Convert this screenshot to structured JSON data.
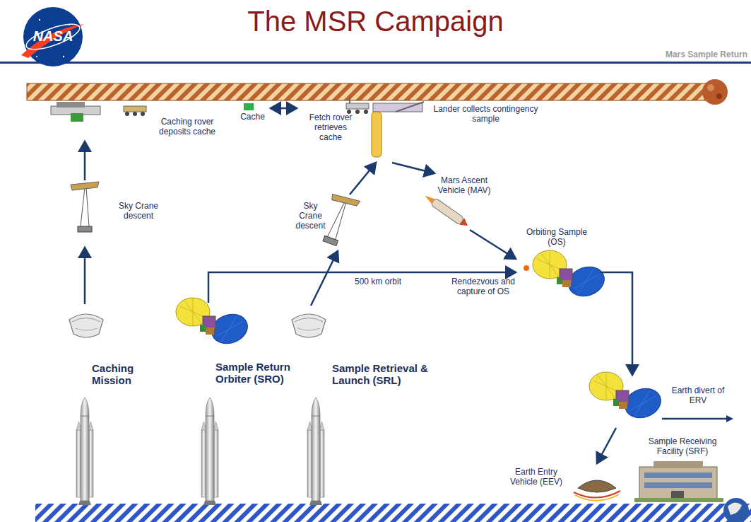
{
  "diagram": {
    "title": "The MSR Campaign",
    "nodes": [
      {
        "text": [
          "Caching Mission"
        ]
      },
      {
        "text": [
          "Sky Crane descent"
        ]
      },
      {
        "text": [
          "Caching rover deposits cache"
        ]
      },
      {
        "text": [
          "Cache"
        ]
      },
      {
        "text": [
          "Fetch rover retrieves cache"
        ]
      },
      {
        "text": [
          "Lander collects contingency sample"
        ]
      },
      {
        "text": [
          "Sample Return Orbiter (SRO)"
        ]
      },
      {
        "text": [
          "Sample Retrieval & Launch (SRL)"
        ]
      },
      {
        "text": [
          "Sky Crane descent"
        ]
      },
      {
        "text": [
          "Mars Ascent Vehicle (MAV)"
        ]
      },
      {
        "text": [
          "Orbiting Sample (OS)"
        ]
      },
      {
        "text": [
          "Earth divert of ERV"
        ]
      },
      {
        "text": [
          "Earth Entry Vehicle (EEV)"
        ]
      },
      {
        "text": [
          "Sample Receiving Facility (SRF)"
        ]
      }
    ],
    "edges": [
      {
        "from": 0,
        "to": 1,
        "arrow": "to"
      },
      {
        "from": 1,
        "to": 2,
        "arrow": "to"
      },
      {
        "from": 3,
        "to": 4,
        "arrow": "both"
      },
      {
        "from": 7,
        "to": 8,
        "arrow": "to"
      },
      {
        "from": 8,
        "to": 5,
        "arrow": "to"
      },
      {
        "from": 5,
        "to": 9,
        "arrow": "to"
      },
      {
        "from": 9,
        "to": 10,
        "arrow": "to"
      },
      {
        "from": 6,
        "to": 10,
        "label": "500 km orbit",
        "arrow": "to"
      },
      {
        "from": 10,
        "to": 11,
        "arrow": "to"
      },
      {
        "from": 11,
        "to": 12,
        "arrow": "to"
      }
    ],
    "labels": [
      "NASA",
      "Mars Sample Return",
      "Rendezvous and capture of OS"
    ]
  }
}
